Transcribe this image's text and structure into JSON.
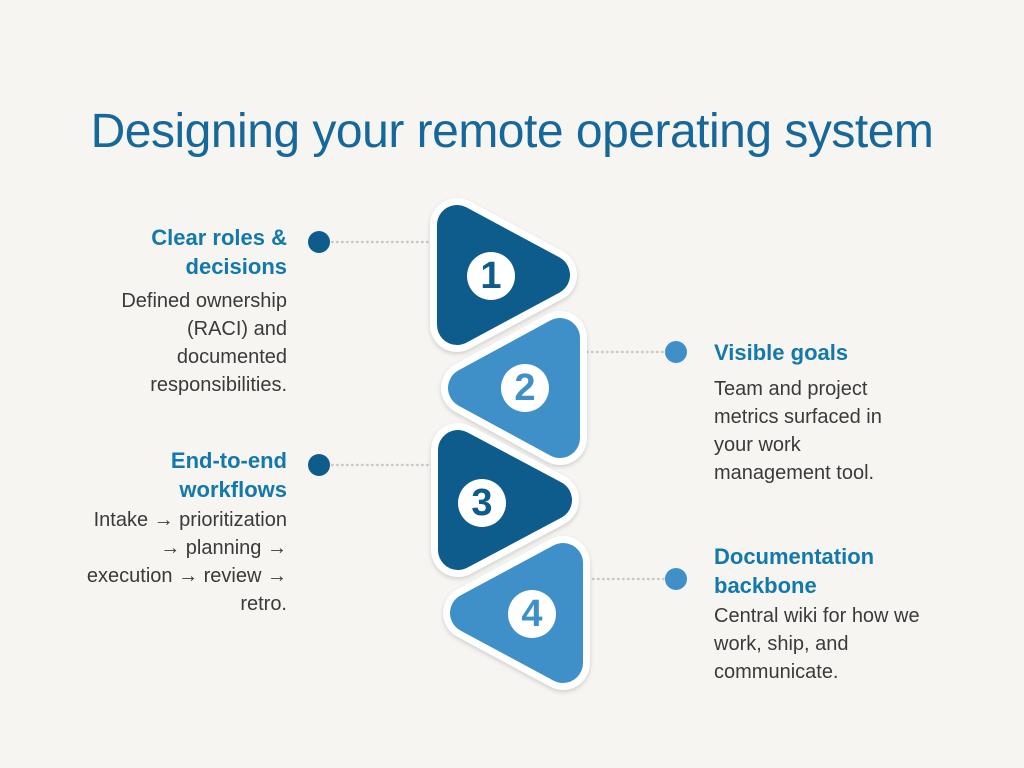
{
  "title": "Designing your remote operating system",
  "colors": {
    "bg": "#f6f5f2",
    "title-text": "#17689a",
    "heading-text": "#1379aa",
    "body-text": "#3a3a3a",
    "shape-dark": "#0d5c8c",
    "shape-light": "#3f90c8",
    "connector": "#c9c9c8",
    "badge-bg": "#ffffff"
  },
  "steps": [
    {
      "number": "1",
      "side": "left",
      "accent": "dark",
      "heading_lines": [
        "Clear roles &",
        "decisions"
      ],
      "body_lines": [
        "Defined ownership",
        "(RACI) and",
        "documented",
        "responsibilities."
      ]
    },
    {
      "number": "2",
      "side": "right",
      "accent": "light",
      "heading_lines": [
        "Visible goals"
      ],
      "body_lines": [
        "Team and project",
        "metrics surfaced in",
        "your work",
        "management tool."
      ]
    },
    {
      "number": "3",
      "side": "left",
      "accent": "dark",
      "heading_lines": [
        "End-to-end",
        "workflows"
      ],
      "body_lines": [
        "Intake → prioritization",
        "→ planning →",
        "execution → review →",
        "retro."
      ]
    },
    {
      "number": "4",
      "side": "right",
      "accent": "light",
      "heading_lines": [
        "Documentation",
        "backbone"
      ],
      "body_lines": [
        "Central wiki for how we",
        "work, ship, and",
        "communicate."
      ]
    }
  ]
}
